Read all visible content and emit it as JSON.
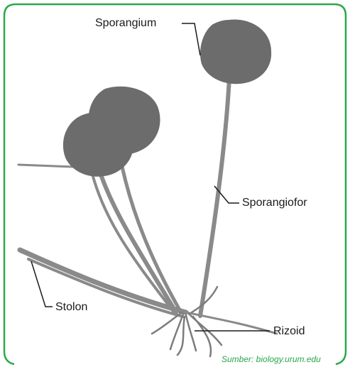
{
  "figure": {
    "labels": {
      "sporangium": "Sporangium",
      "sporangiofor": "Sporangiofor",
      "stolon": "Stolon",
      "rizoid": "Rizoid"
    },
    "source": "Sumber: biology.urum.edu"
  },
  "colors": {
    "frame": "#2aa84a",
    "sporangium_fill": "#6c6c6c",
    "stalk": "#8a8a8a",
    "label_text": "#1a1a1a",
    "source_text": "#2aa84a"
  }
}
